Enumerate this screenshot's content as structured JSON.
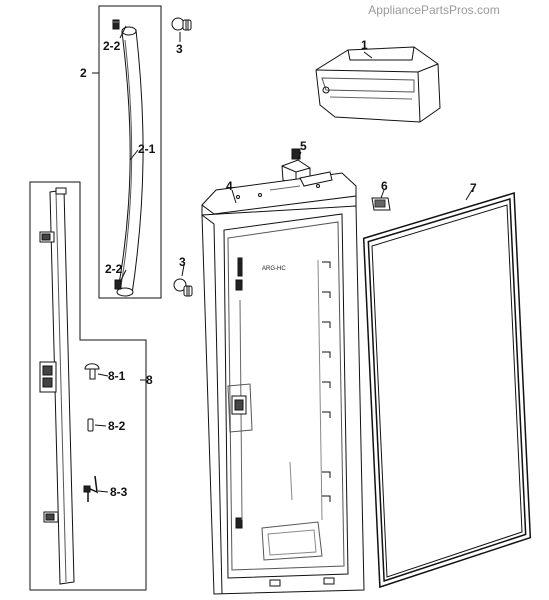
{
  "watermark": "AppliancePartsPros.com",
  "part_labels": {
    "p1": "1",
    "p2": "2",
    "p2_1": "2-1",
    "p2_2_top": "2-2",
    "p2_2_bottom": "2-2",
    "p3_top": "3",
    "p3_bottom": "3",
    "p4": "4",
    "p5": "5",
    "p6": "6",
    "p7": "7",
    "p8": "8",
    "p8_1": "8-1",
    "p8_2": "8-2",
    "p8_3": "8-3"
  },
  "door_marking": "ARG-HC"
}
